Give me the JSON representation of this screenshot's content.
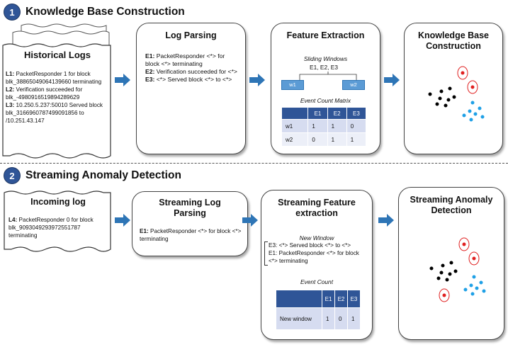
{
  "section1": {
    "number": "1",
    "title": "Knowledge Base Construction"
  },
  "section2": {
    "number": "2",
    "title": "Streaming Anomaly Detection"
  },
  "historical_logs": {
    "title": "Historical Logs",
    "lines": [
      {
        "id": "L1:",
        "text": " PacketResponder 1 for block blk_38865049064139660 terminating"
      },
      {
        "id": "L2:",
        "text": " Verification succeeded for blk_-4980916519894289629"
      },
      {
        "id": "L3:",
        "text": " 10.250.5.237:50010 Served block blk_3166960787499091856 to /10.251.43.147"
      }
    ]
  },
  "log_parsing": {
    "title": "Log Parsing",
    "events": [
      {
        "id": "E1:",
        "text": " PacketResponder <*> for block <*> terminating"
      },
      {
        "id": "E2:",
        "text": " Verification succeeded for <*>"
      },
      {
        "id": "E3:",
        "text": " <*> Served block <*> to <*>"
      }
    ]
  },
  "feature_extraction": {
    "title": "Feature Extraction",
    "sliding_label": "Sliding Windows",
    "events_label": "E1, E2, E3",
    "w1": "w1",
    "w2": "w2",
    "matrix_label": "Event Count Matrix",
    "headers": [
      "",
      "E1",
      "E2",
      "E3"
    ],
    "rows": [
      [
        "w1",
        "1",
        "1",
        "0"
      ],
      [
        "w2",
        "0",
        "1",
        "1"
      ]
    ]
  },
  "kb_construction": {
    "title_line1": "Knowledge Base",
    "title_line2": "Construction"
  },
  "incoming_log": {
    "title": "Incoming log",
    "line": {
      "id": "L4:",
      "text": " PacketResponder 0 for block blk_9093049293972551787 terminating"
    }
  },
  "streaming_parsing": {
    "title_line1": "Streaming Log",
    "title_line2": "Parsing",
    "event": {
      "id": "E1:",
      "text": " PacketResponder <*> for block <*> terminating"
    }
  },
  "streaming_feature": {
    "title_line1": "Streaming Feature",
    "title_line2": "extraction",
    "new_window_label": "New Window",
    "lines": [
      "E3: <*> Served block <*> to <*>",
      "E1: PacketResponder <*> for block",
      "<*> terminating"
    ],
    "count_label": "Event Count",
    "headers": [
      "",
      "E1",
      "E2",
      "E3"
    ],
    "row": [
      "New window",
      "1",
      "0",
      "1"
    ]
  },
  "streaming_anomaly": {
    "title_line1": "Streaming Anomaly",
    "title_line2": "Detection"
  },
  "colors": {
    "accent": "#2f5597",
    "arrow": "#2e75b6",
    "cluster_black": "#000000",
    "cluster_blue": "#1fa0e6",
    "anomaly": "#e02020"
  }
}
